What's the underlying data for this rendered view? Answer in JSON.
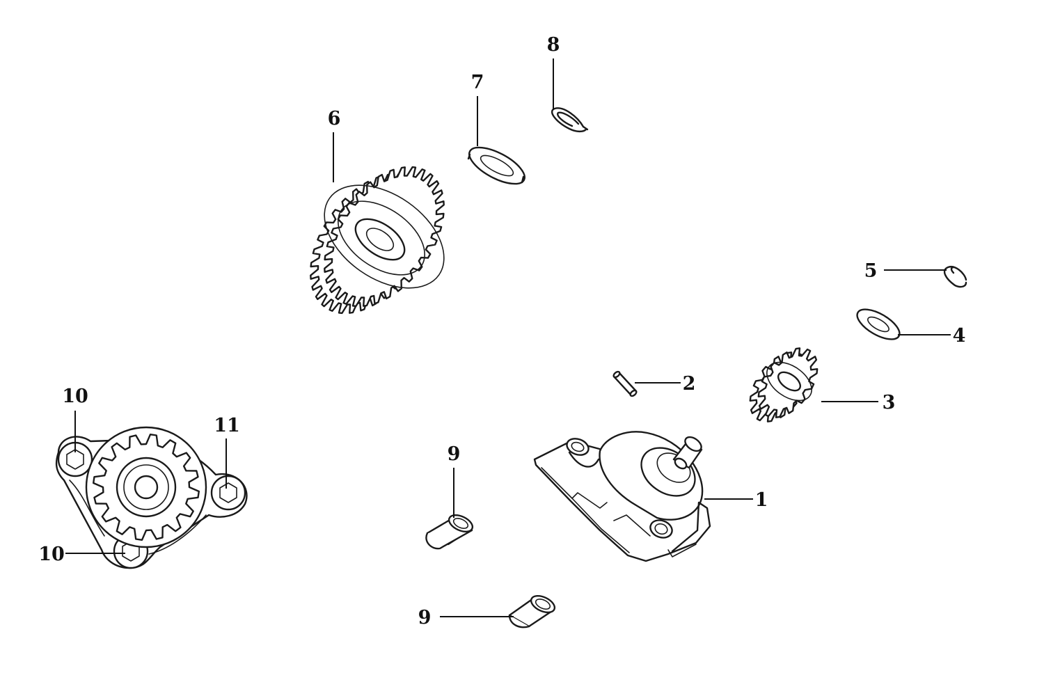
{
  "diagram": {
    "callouts": [
      {
        "id": "c1",
        "label": "1"
      },
      {
        "id": "c2",
        "label": "2"
      },
      {
        "id": "c3",
        "label": "3"
      },
      {
        "id": "c4",
        "label": "4"
      },
      {
        "id": "c5",
        "label": "5"
      },
      {
        "id": "c6",
        "label": "6"
      },
      {
        "id": "c7",
        "label": "7"
      },
      {
        "id": "c8",
        "label": "8"
      },
      {
        "id": "c9a",
        "label": "9"
      },
      {
        "id": "c9b",
        "label": "9"
      },
      {
        "id": "c10a",
        "label": "10"
      },
      {
        "id": "c10b",
        "label": "10"
      },
      {
        "id": "c11",
        "label": "11"
      }
    ]
  }
}
